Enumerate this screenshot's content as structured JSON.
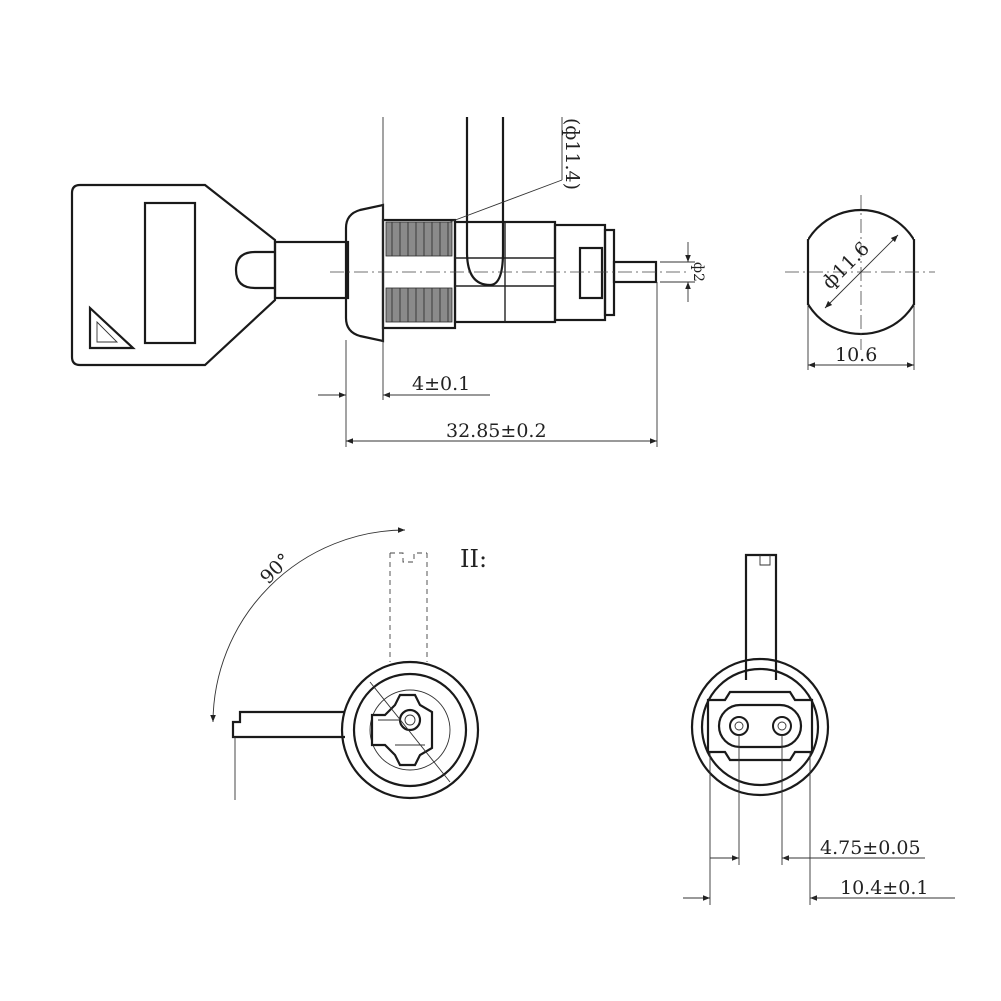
{
  "dimensions": {
    "bore": "(ф11.4)",
    "shaft_dia": "ф2",
    "round_dia": "ф11.6",
    "flat_width": "10.6",
    "flange_thickness": "4±0.1",
    "total_length": "32.85±0.2",
    "rotation_angle": "90°",
    "inner_spacing": "4.75±0.05",
    "outer_width": "10.4±0.1"
  },
  "view_label": "II:"
}
